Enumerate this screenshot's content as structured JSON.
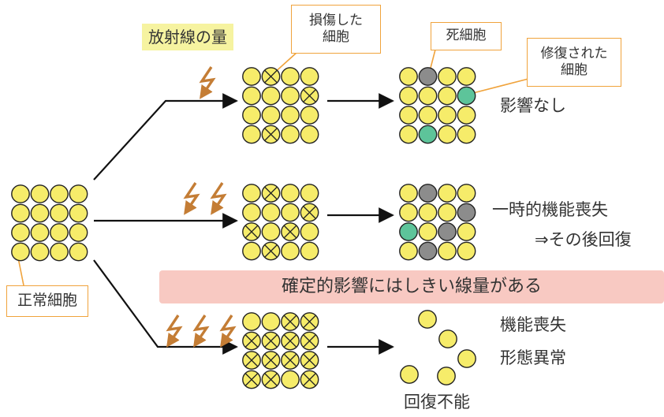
{
  "labels": {
    "dose": "放射線の量",
    "damaged_cell": "損傷した細胞",
    "damaged_cell_l1": "損傷した",
    "damaged_cell_l2": "細胞",
    "dead_cell": "死細胞",
    "repaired_cell_l1": "修復された",
    "repaired_cell_l2": "細胞",
    "no_effect": "影響なし",
    "temp_loss": "一時的機能喪失",
    "then_recovery": "⇒その後回復",
    "threshold": "確定的影響にはしきい線量がある",
    "normal_cell": "正常細胞",
    "func_loss": "機能喪失",
    "morph_abnormal": "形態異常",
    "irreversible": "回復不能"
  },
  "colors": {
    "cell_fill": "#f6ec6a",
    "dead_fill": "#8c8c8c",
    "repaired_fill": "#5dc49a",
    "bolt": "#c47d35",
    "box_border": "#f0a33c",
    "highlight": "#f6f3a0",
    "banner": "#f8c9c2"
  },
  "grids": {
    "normal": [
      [
        "n",
        "n",
        "n",
        "n"
      ],
      [
        "n",
        "n",
        "n",
        "n"
      ],
      [
        "n",
        "n",
        "n",
        "n"
      ],
      [
        "n",
        "n",
        "n",
        "n"
      ]
    ],
    "low_dose": [
      [
        "n",
        "x",
        "n",
        "n"
      ],
      [
        "n",
        "n",
        "n",
        "x"
      ],
      [
        "n",
        "n",
        "n",
        "n"
      ],
      [
        "n",
        "x",
        "n",
        "n"
      ]
    ],
    "low_result": [
      [
        "n",
        "d",
        "n",
        "n"
      ],
      [
        "n",
        "n",
        "n",
        "r"
      ],
      [
        "n",
        "n",
        "n",
        "n"
      ],
      [
        "n",
        "r",
        "n",
        "n"
      ]
    ],
    "mid_dose": [
      [
        "n",
        "x",
        "n",
        "n"
      ],
      [
        "n",
        "n",
        "n",
        "x"
      ],
      [
        "x",
        "n",
        "x",
        "n"
      ],
      [
        "n",
        "x",
        "n",
        "n"
      ]
    ],
    "mid_result": [
      [
        "n",
        "d",
        "n",
        "n"
      ],
      [
        "n",
        "n",
        "n",
        "d"
      ],
      [
        "r",
        "n",
        "d",
        "n"
      ],
      [
        "n",
        "d",
        "n",
        "n"
      ]
    ],
    "high_dose": [
      [
        "n",
        "n",
        "x",
        "x"
      ],
      [
        "x",
        "x",
        "x",
        "x"
      ],
      [
        "x",
        "x",
        "x",
        "x"
      ],
      [
        "x",
        "x",
        "n",
        "x"
      ]
    ]
  },
  "icons": {
    "lightning": "lightning-bolt-icon",
    "arrow": "arrow-right-icon"
  }
}
